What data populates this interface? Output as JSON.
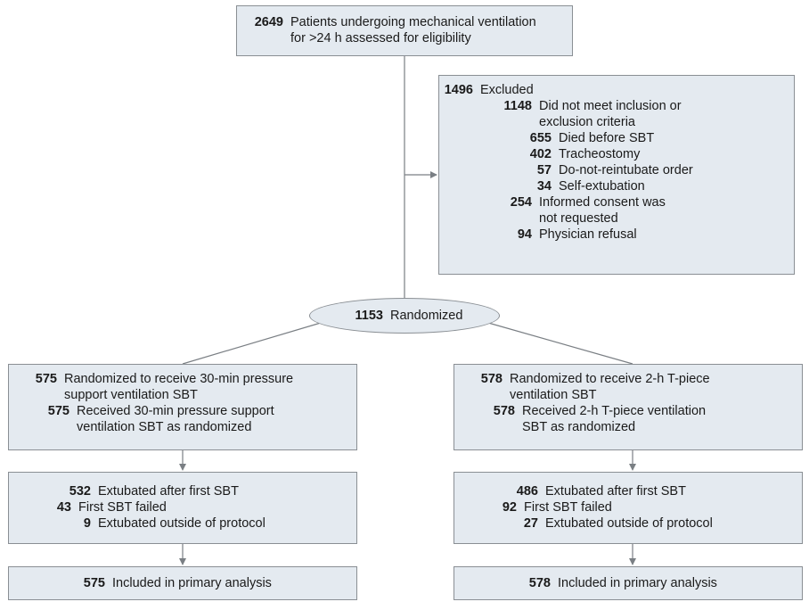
{
  "eligibility": {
    "count": "2649",
    "lines": [
      "Patients undergoing mechanical ventilation",
      "for >24 h assessed for eligibility"
    ]
  },
  "excluded": {
    "count": "1496",
    "label": "Excluded",
    "items": [
      {
        "count": "1148",
        "lines": [
          "Did not meet inclusion or",
          "exclusion criteria"
        ]
      },
      {
        "count": "655",
        "lines": [
          "Died before SBT"
        ]
      },
      {
        "count": "402",
        "lines": [
          "Tracheostomy"
        ]
      },
      {
        "count": "57",
        "lines": [
          "Do-not-reintubate order"
        ]
      },
      {
        "count": "34",
        "lines": [
          "Self-extubation"
        ]
      },
      {
        "count": "254",
        "lines": [
          "Informed consent was",
          "not requested"
        ]
      },
      {
        "count": "94",
        "lines": [
          "Physician refusal"
        ]
      }
    ]
  },
  "randomized": {
    "count": "1153",
    "label": "Randomized"
  },
  "arms": [
    {
      "allocation": [
        {
          "count": "575",
          "lines": [
            "Randomized to receive 30-min pressure",
            "support ventilation SBT"
          ]
        },
        {
          "count": "575",
          "lines": [
            "Received 30-min pressure support",
            "ventilation SBT as randomized"
          ]
        }
      ],
      "outcome": [
        {
          "count": "532",
          "lines": [
            "Extubated after first SBT"
          ]
        },
        {
          "count": "43",
          "lines": [
            "First SBT failed"
          ]
        },
        {
          "count": "9",
          "lines": [
            "Extubated outside of protocol"
          ]
        }
      ],
      "analysis": {
        "count": "575",
        "lines": [
          "Included in primary analysis"
        ]
      }
    },
    {
      "allocation": [
        {
          "count": "578",
          "lines": [
            "Randomized to receive 2-h T-piece",
            "ventilation SBT"
          ]
        },
        {
          "count": "578",
          "lines": [
            "Received 2-h T-piece ventilation",
            "SBT as randomized"
          ]
        }
      ],
      "outcome": [
        {
          "count": "486",
          "lines": [
            "Extubated after first SBT"
          ]
        },
        {
          "count": "92",
          "lines": [
            "First SBT failed"
          ]
        },
        {
          "count": "27",
          "lines": [
            "Extubated outside of protocol"
          ]
        }
      ],
      "analysis": {
        "count": "578",
        "lines": [
          "Included in primary analysis"
        ]
      }
    }
  ]
}
